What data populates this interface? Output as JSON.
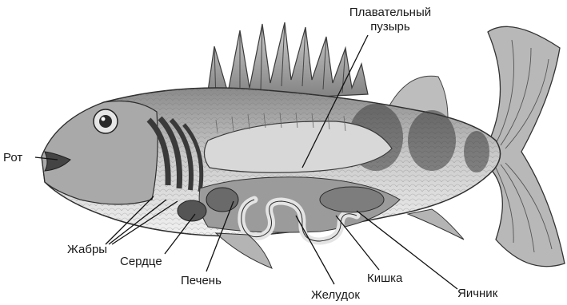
{
  "diagram": {
    "labels": {
      "swim_bladder_line1": "Плавательный",
      "swim_bladder_line2": "пузырь",
      "mouth": "Рот",
      "gills": "Жабры",
      "heart": "Сердце",
      "liver": "Печень",
      "stomach": "Желудок",
      "intestine": "Кишка",
      "ovary": "Яичник"
    }
  }
}
